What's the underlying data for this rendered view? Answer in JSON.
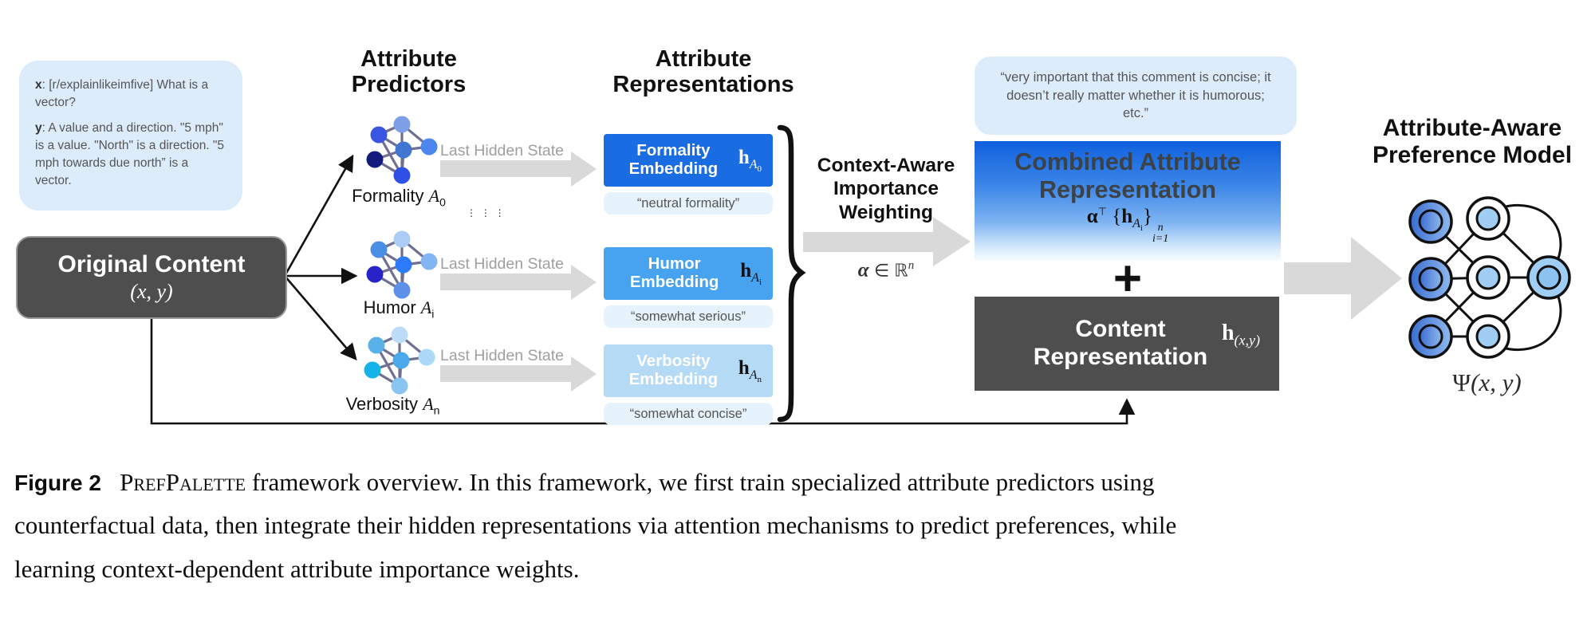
{
  "diagram": {
    "example_bubble": {
      "x_label": "x",
      "x_text": ": [r/explainlikeimfive] What is a vector?",
      "y_label": "y",
      "y_text": ": A value and a direction. \"5 mph\" is a value. \"North\" is a direction. \"5 mph towards due north” is a vector."
    },
    "original_content": {
      "title": "Original Content",
      "math": "(x, y)"
    },
    "predictors_heading": {
      "line1": "Attribute",
      "line2": "Predictors"
    },
    "representations_heading": {
      "line1": "Attribute",
      "line2": "Representations"
    },
    "last_hidden_state": "Last Hidden State",
    "vdots": "⋮ ⋮ ⋮",
    "predictors": [
      {
        "label": "Formality",
        "var": "A",
        "sub": "0"
      },
      {
        "label": "Humor",
        "var": "A",
        "sub": "i"
      },
      {
        "label": "Verbosity",
        "var": "A",
        "sub": "n"
      }
    ],
    "embeddings": [
      {
        "line1": "Formality",
        "line2": "Embedding",
        "h": "h",
        "var": "A",
        "sub": "0",
        "caption": "“neutral formality”"
      },
      {
        "line1": "Humor",
        "line2": "Embedding",
        "h": "h",
        "var": "A",
        "sub": "i",
        "caption": "“somewhat serious”"
      },
      {
        "line1": "Verbosity",
        "line2": "Embedding",
        "h": "h",
        "var": "A",
        "sub": "n",
        "caption": "“somewhat concise”"
      }
    ],
    "weighting": {
      "line1": "Context-Aware",
      "line2": "Importance",
      "line3": "Weighting",
      "alpha": "α",
      "element_of": "∈",
      "set": "ℝ",
      "exp": "n"
    },
    "quote_bubble": "“very important that this comment is concise; it doesn’t really matter whether it is humorous; etc.”",
    "combined": {
      "line1": "Combined Attribute",
      "line2": "Representation",
      "f_alpha": "α",
      "f_transpose": "⊤",
      "f_open": "{",
      "f_h": "h",
      "f_var": "A",
      "f_sub": "i",
      "f_close": "}",
      "f_upper": "n",
      "f_lower": "i=1"
    },
    "plus": "+",
    "content_rep": {
      "line1": "Content",
      "line2": "Representation",
      "h": "h",
      "sub": "(x,y)"
    },
    "preference_heading": {
      "line1": "Attribute-Aware",
      "line2": "Preference Model"
    },
    "psi": {
      "symbol": "Ψ",
      "args": "(x, y)"
    }
  },
  "caption": {
    "label": "Figure 2",
    "smallcaps": "PrefPalette",
    "rest1": "framework overview. In this framework, we first train specialized attribute predictors using",
    "rest2": "counterfactual data, then integrate their hidden representations via attention mechanisms to predict preferences, while",
    "rest3": "learning context-dependent attribute importance weights."
  },
  "colors": {
    "bubble_bg": "#dcecfb",
    "dark_box": "#4e4e4e",
    "formality_blue": "#1a6ce2",
    "humor_blue": "#47a2ef",
    "verbosity_blue": "#b5daf6",
    "pill_bg": "#e6f2fc",
    "arrow_gray": "#d9d9d9",
    "gradient_top": "#1060dd",
    "node_blue": "#9fcdf4"
  }
}
